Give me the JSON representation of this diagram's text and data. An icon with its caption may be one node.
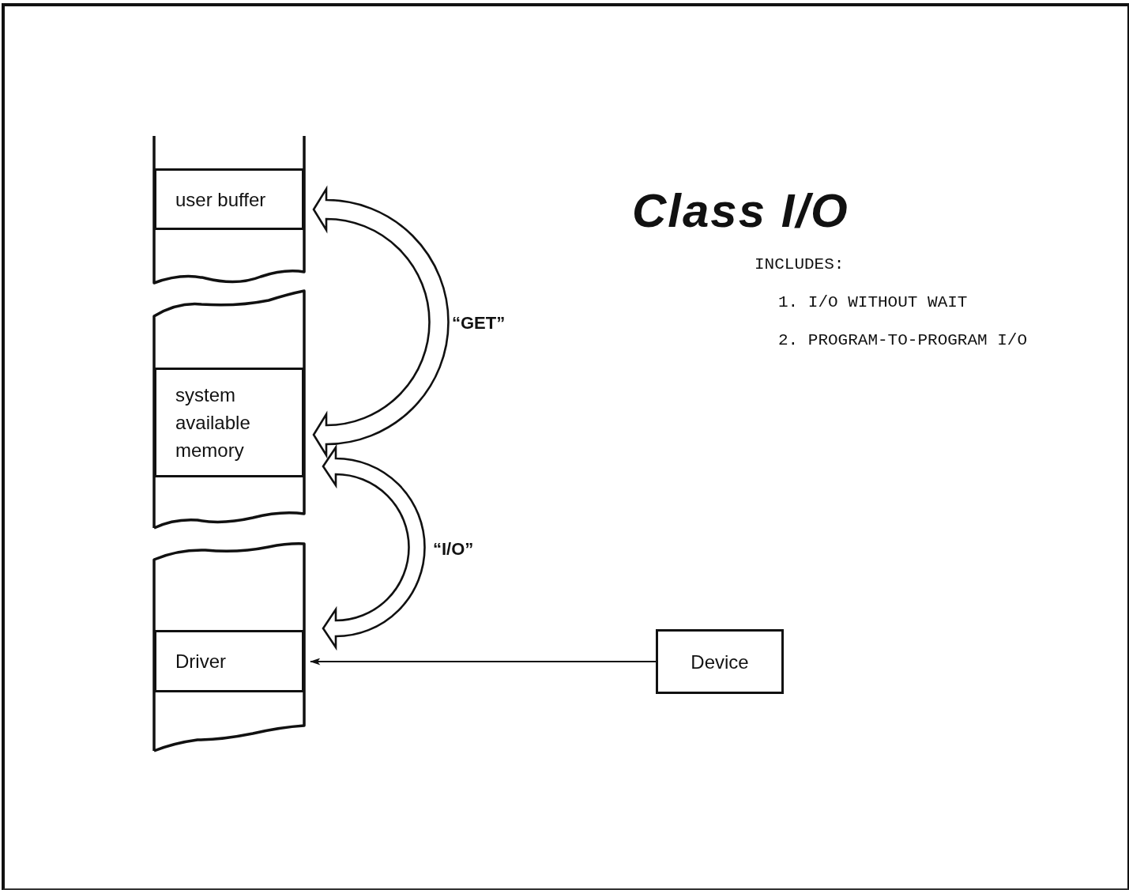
{
  "diagram": {
    "title": "Class I/O",
    "nodes": [
      {
        "text": [
          "user buffer"
        ]
      },
      {
        "text": [
          "system available memory"
        ]
      },
      {
        "text": [
          "Driver"
        ]
      },
      {
        "text": [
          "Device"
        ]
      }
    ],
    "edges": [
      {
        "from": 1,
        "to": 0,
        "arrow": "both",
        "label": "“GET”"
      },
      {
        "from": 2,
        "to": 1,
        "arrow": "both",
        "label": "“I/O”"
      },
      {
        "from": 3,
        "to": 2,
        "arrow": "to"
      }
    ],
    "labels": [
      "INCLUDES:",
      "1. I/O WITHOUT WAIT",
      "2. PROGRAM-TO-PROGRAM I/O"
    ]
  }
}
